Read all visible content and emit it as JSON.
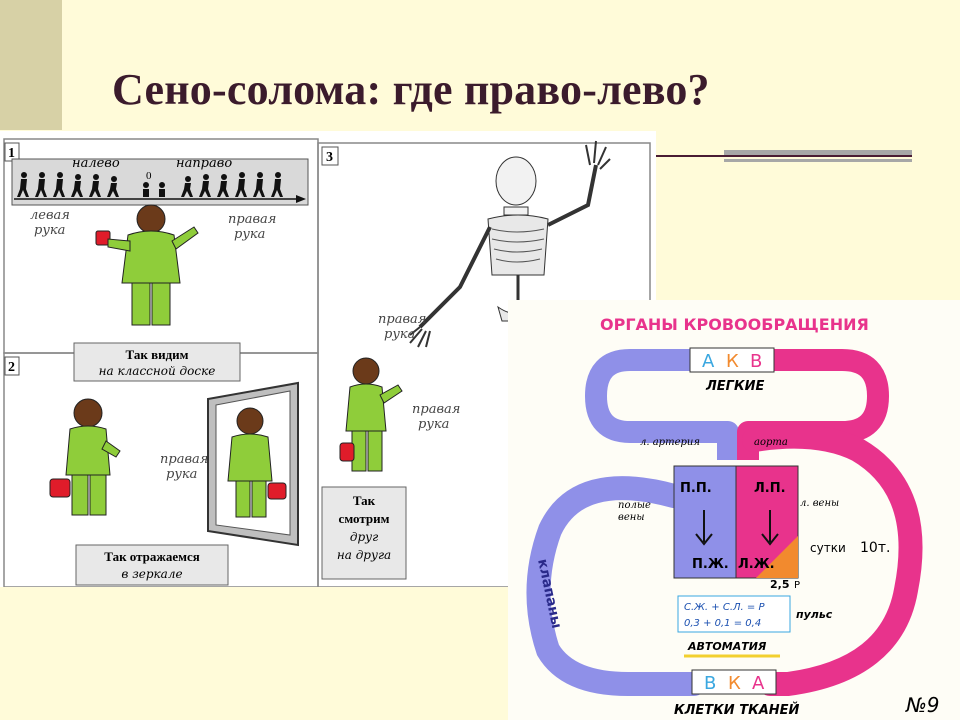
{
  "slide": {
    "title": "Сено-солома: где право-лево?"
  },
  "left_figure": {
    "panel1_number": "1",
    "panel2_number": "2",
    "panel3_number": "3",
    "strip_left": "налево",
    "strip_right": "направо",
    "strip_zero": "0",
    "p1_left_hand": [
      "левая",
      "рука"
    ],
    "p1_right_hand": [
      "правая",
      "рука"
    ],
    "p1_caption": [
      "Так видим",
      "на классной доске"
    ],
    "p2_right_hand": [
      "правая",
      "рука"
    ],
    "p2_caption": [
      "Так отражаемся",
      "в зеркале"
    ],
    "p3_right_hand_skeleton": [
      "правая",
      "рука"
    ],
    "p3_right_hand_boy": [
      "правая",
      "рука"
    ],
    "p3_caption": [
      "Так",
      "смотрим",
      "друг",
      "на друга"
    ]
  },
  "right_figure": {
    "title": "ОРГАНЫ  КРОВООБРАЩЕНИЯ",
    "lungs_box": [
      "А",
      "К",
      "В"
    ],
    "lungs_label": "ЛЕГКИЕ",
    "artery_label": "л. артерия",
    "aorta_label": "аорта",
    "veins_label": [
      "полые",
      "вены"
    ],
    "l_veins_label": "л. вены",
    "chamber_rp": "П.П.",
    "chamber_lp": "Л.П.",
    "chamber_rz": "П.Ж.",
    "chamber_lz": "Л.Ж.",
    "day_label": "сутки",
    "day_value": "10т.",
    "ratio": "2,5",
    "ratio_p": "Р",
    "formula1": "С.Ж. + С.Л. = Р",
    "formula2": "0,3 + 0,1 = 0,4",
    "pulse": "пульс",
    "automation": "АВТОМАТИЯ",
    "valves": "клапаны",
    "tissue_box": [
      "В",
      "К",
      "А"
    ],
    "tissue_label": "КЛЕТКИ ТКАНЕЙ",
    "number": "№9",
    "colors": {
      "blue": "#8f90e8",
      "pink": "#e8338c",
      "orange": "#f28a2e",
      "cyan": "#3aa7e0"
    }
  }
}
